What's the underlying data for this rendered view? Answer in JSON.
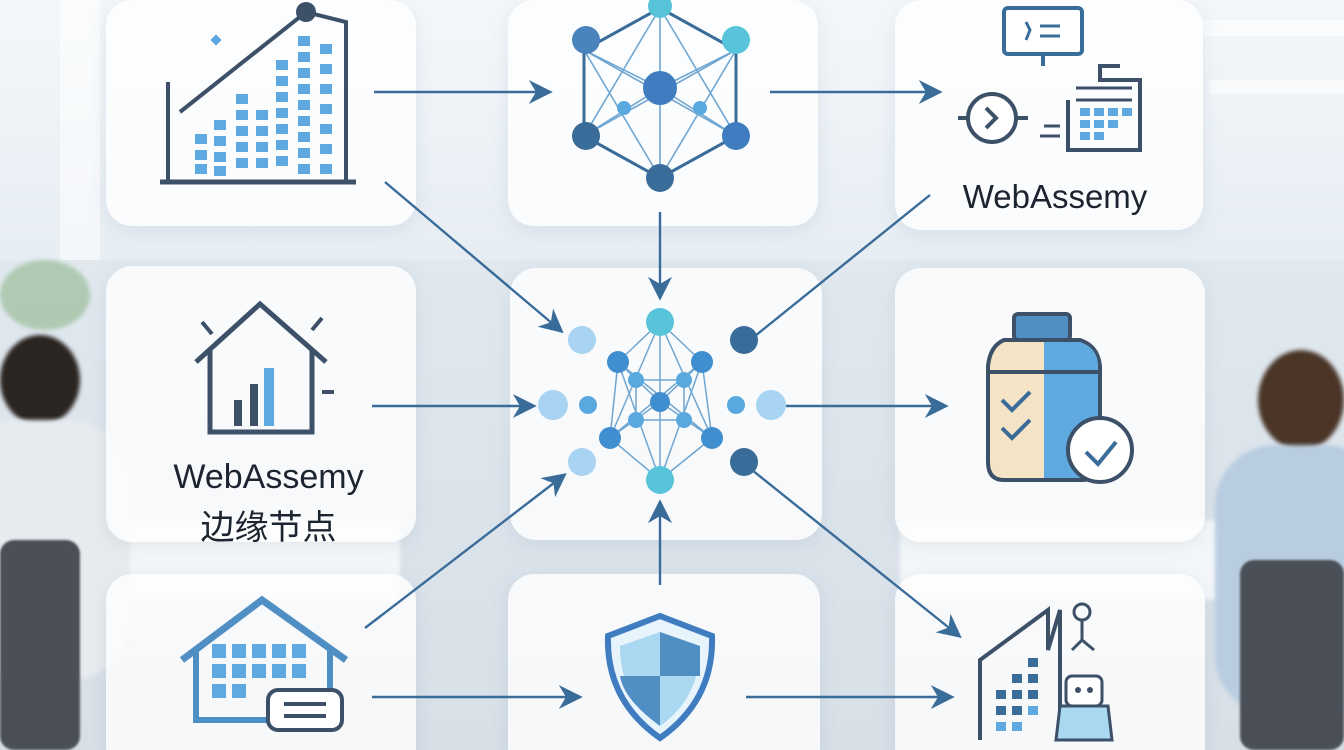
{
  "labels": {
    "top_right": "WebAssemy",
    "mid_left_line1": "WebAssemy",
    "mid_left_line2": "边缘节点"
  },
  "colors": {
    "dark_blue": "#3a6c99",
    "mid_blue": "#4f8fc4",
    "light_blue": "#8dc4ea",
    "cyan": "#58c4d9",
    "icon_stroke": "#3c5068",
    "card_fill": "#ffffff"
  },
  "icons": [
    "bar-chart-icon",
    "network-graph-icon",
    "monitor-terminal-icon",
    "house-chart-icon",
    "central-network-hub-icon",
    "checklist-jar-icon",
    "house-grid-icon",
    "shield-icon",
    "robot-factory-icon"
  ]
}
